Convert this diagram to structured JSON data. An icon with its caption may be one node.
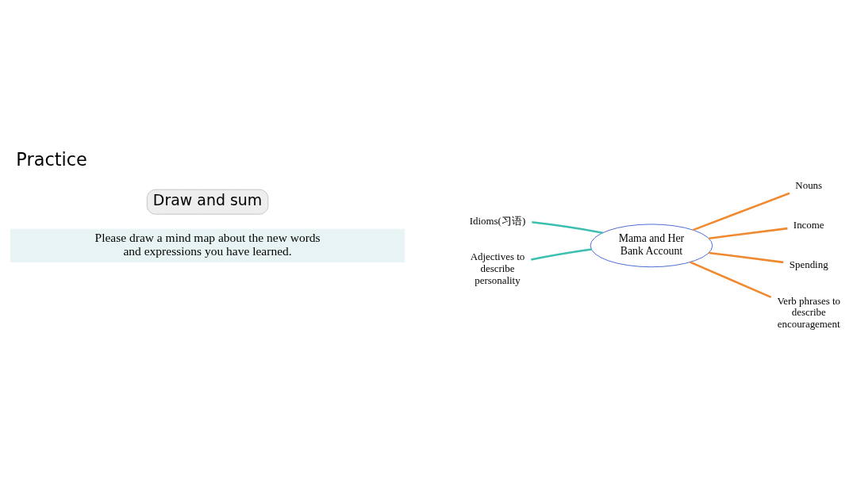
{
  "diagram": {
    "title": "Practice",
    "nodes": [
      {
        "text": [
          "Draw and sum"
        ]
      },
      {
        "text": [
          "Please draw a mind map about the new words and expressions you have learned."
        ]
      },
      {
        "text": [
          "Mama and Her Bank Account"
        ]
      },
      {
        "text": [
          "Idioms(习语)"
        ]
      },
      {
        "text": [
          "Adjectives to describe personality"
        ]
      },
      {
        "text": [
          "Nouns"
        ]
      },
      {
        "text": [
          "Income"
        ]
      },
      {
        "text": [
          "Spending"
        ]
      },
      {
        "text": [
          "Verb phrases to describe encouragement"
        ]
      }
    ],
    "edges": [
      {
        "from": 2,
        "to": 3,
        "arrow": "none",
        "color": "#3dbfb0"
      },
      {
        "from": 2,
        "to": 4,
        "arrow": "none",
        "color": "#3dbfb0"
      },
      {
        "from": 2,
        "to": 5,
        "arrow": "none"
      },
      {
        "from": 2,
        "to": 6,
        "arrow": "none"
      },
      {
        "from": 2,
        "to": 7,
        "arrow": "none"
      },
      {
        "from": 2,
        "to": 8,
        "arrow": "none"
      }
    ]
  }
}
